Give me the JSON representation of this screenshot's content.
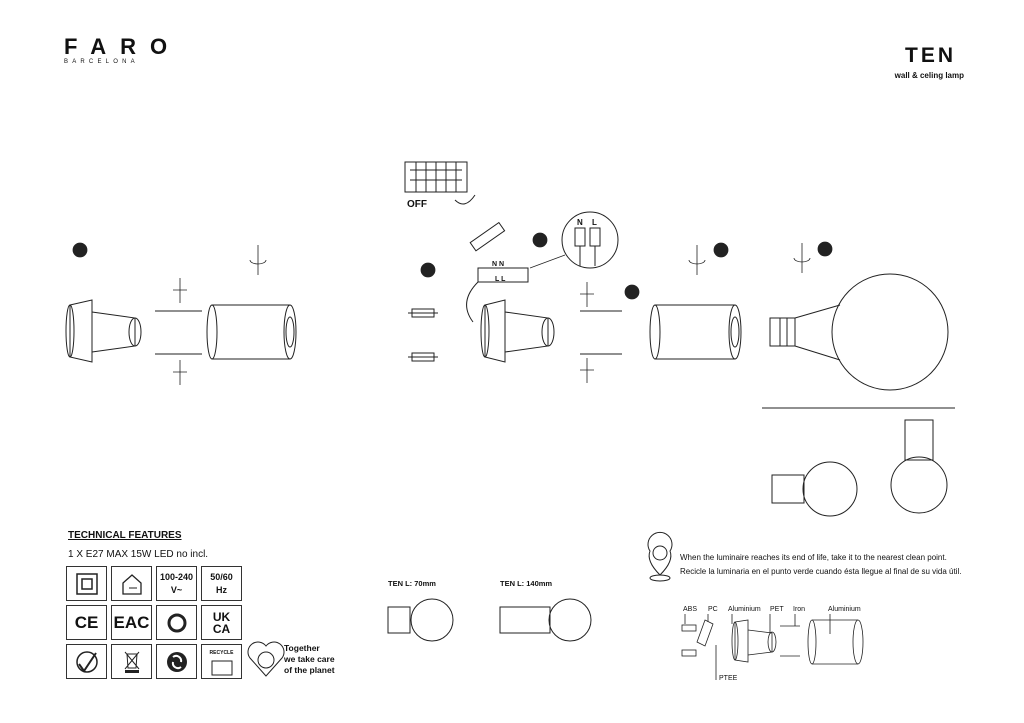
{
  "brand": {
    "name": "FARO",
    "sub": "BARCELONA"
  },
  "header": {
    "title": "TEN",
    "subtitle": "wall & celing lamp"
  },
  "steps": [
    "1",
    "2",
    "3",
    "4",
    "5",
    "6"
  ],
  "wiring": {
    "off_label": "OFF",
    "terminal_labels": [
      "N",
      "L"
    ],
    "box_labels": "N N",
    "box_labels2": "L L"
  },
  "technical": {
    "heading": "TECHNICAL FEATURES",
    "spec": "1 X E27 MAX 15W LED no incl.",
    "voltage": [
      "100-240",
      "V~"
    ],
    "frequency": [
      "50/60",
      "Hz"
    ],
    "ce": "CE",
    "eac": "EAC",
    "ukca": [
      "UK",
      "CA"
    ],
    "recycle_box": "RECYCLE"
  },
  "planet": {
    "lines": [
      "Together",
      "we take care",
      "of the planet"
    ]
  },
  "sizes": [
    {
      "label": "TEN L: 70mm"
    },
    {
      "label": "TEN L: 140mm"
    }
  ],
  "recycle": {
    "en": "When the luminaire reaches its end of life, take it to the nearest clean point.",
    "es": "Recicle la luminaria en el punto verde cuando ésta llegue al final de su vida útil."
  },
  "materials": {
    "abs": "ABS",
    "pc": "PC",
    "aluminium1": "Aluminium",
    "pet": "PET",
    "iron": "Iron",
    "aluminium2": "Aluminium",
    "ptee": "PTEE"
  }
}
